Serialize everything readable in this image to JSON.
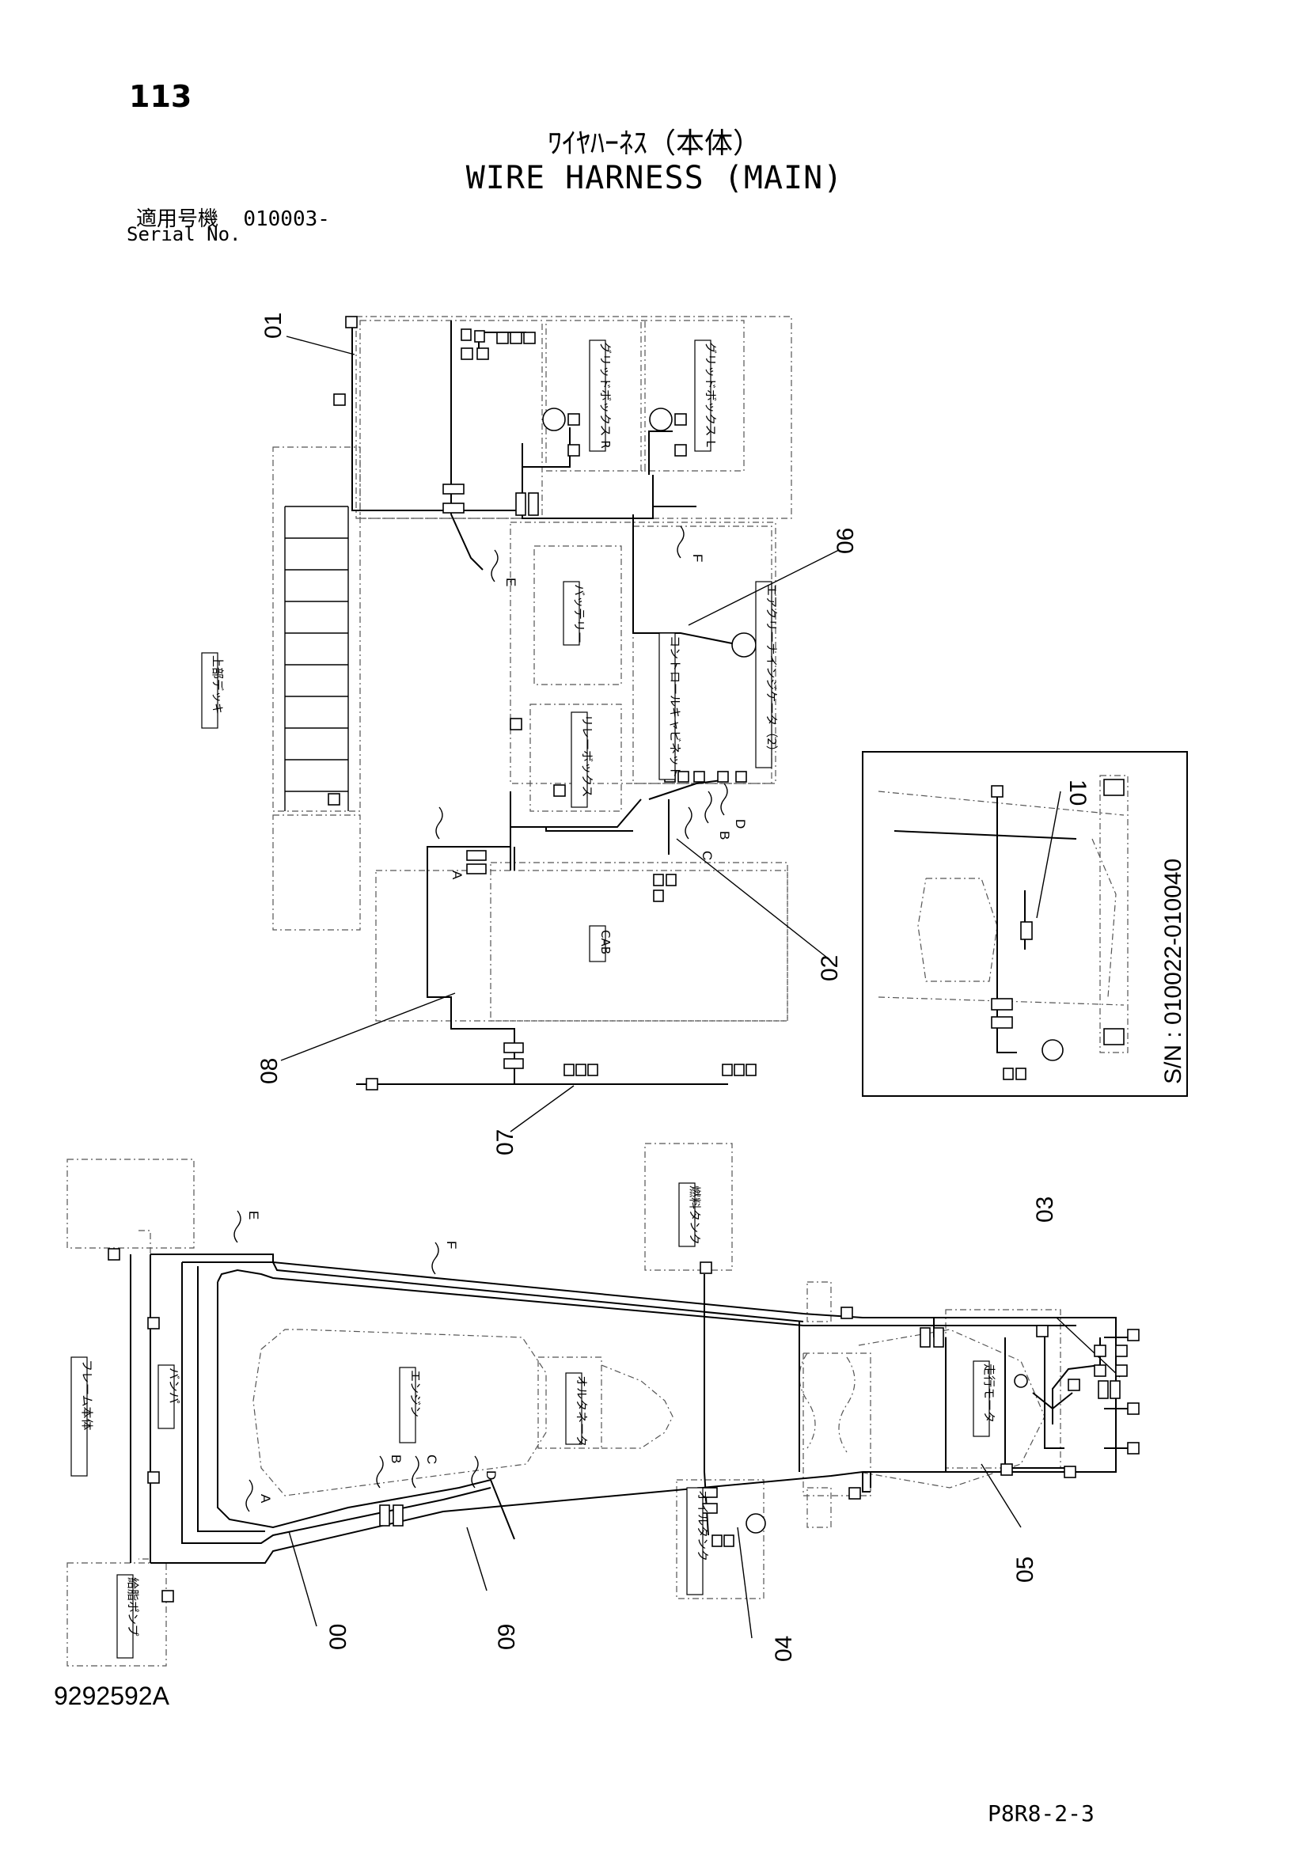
{
  "header": {
    "page_number": "113",
    "title_jp": "ﾜｲﾔﾊｰﾈｽ（本体）",
    "title_en": "WIRE HARNESS (MAIN)",
    "serial_label_jp": "適用号機",
    "serial_value": "010003-",
    "serial_label_en": "Serial No."
  },
  "footer": {
    "doc_number": "9292592A",
    "page_ref": "P8R8-2-3"
  },
  "callouts": {
    "c00": "00",
    "c01": "01",
    "c02": "02",
    "c03": "03",
    "c04": "04",
    "c05": "05",
    "c06": "06",
    "c07": "07",
    "c08": "08",
    "c09": "09",
    "c10": "10"
  },
  "connector_tags": {
    "A_top": "A",
    "B_top": "B",
    "C_top": "C",
    "D_top": "D",
    "E_top": "E",
    "F_top": "F",
    "A_bot": "A",
    "B_bot": "B",
    "C_bot": "C",
    "D_bot": "D",
    "E_bot": "E",
    "F_bot": "F"
  },
  "component_labels": {
    "grid_box_r": "グリッドボックス R",
    "grid_box_l": "グリッドボックス L",
    "battery": "バッテリー",
    "relay_box": "リレーボックス",
    "control_cabinet": "コントロールキャビネット",
    "air_cleaner_indicator": "エアクリーナインジケータ（2）",
    "upper_deck": "上部デッキ",
    "cab": "CAB",
    "fuel_tank": "燃料タンク",
    "engine": "エンジン",
    "alternator": "オルタネータ",
    "travel_motor": "走行モータ",
    "frame_body": "フレーム本体",
    "bumper": "バンパ",
    "grease_pump": "給脂ポンプ",
    "oil_tank": "オイルタンク"
  },
  "inset": {
    "serial_range": "S/N : 010022-010040"
  }
}
